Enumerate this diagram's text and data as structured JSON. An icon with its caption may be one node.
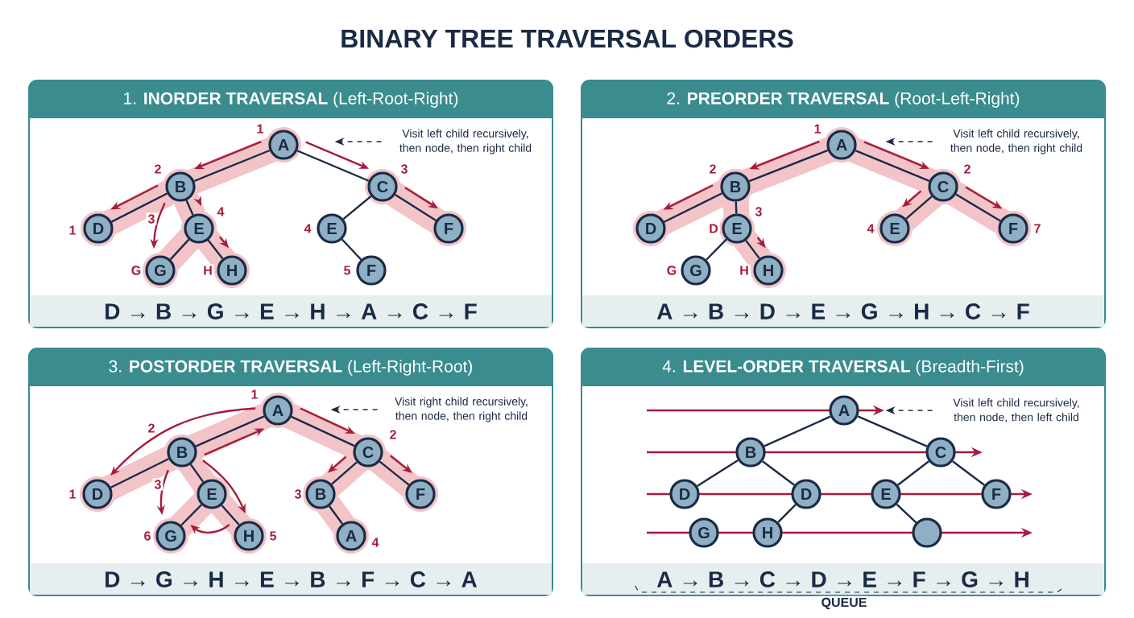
{
  "diagram": {
    "title": "BINARY TREE TRAVERSAL ORDERS",
    "nodes": [
      {
        "text": [
          "1. **INORDER TRAVERSAL** (Left-Root-Right)",
          "D → B → G → E → H → A → C → F"
        ]
      },
      {
        "text": [
          "Visit left child recursively, then node, then right child"
        ],
        "in": 0
      },
      {
        "text": [
          "A"
        ],
        "in": 0,
        "beside": [
          "1"
        ]
      },
      {
        "text": [
          "B"
        ],
        "in": 0,
        "beside": [
          "2"
        ]
      },
      {
        "text": [
          "C"
        ],
        "in": 0,
        "beside": [
          "3"
        ]
      },
      {
        "text": [
          "D"
        ],
        "in": 0,
        "beside": [
          "1"
        ]
      },
      {
        "text": [
          "E"
        ],
        "in": 0,
        "beside": [
          "4"
        ]
      },
      {
        "text": [
          "E"
        ],
        "in": 0,
        "beside": [
          "4"
        ]
      },
      {
        "text": [
          "F"
        ],
        "in": 0
      },
      {
        "text": [
          "G"
        ],
        "in": 0,
        "beside": [
          "G"
        ]
      },
      {
        "text": [
          "H"
        ],
        "in": 0,
        "beside": [
          "H"
        ]
      },
      {
        "text": [
          "F"
        ],
        "in": 0,
        "beside": [
          "5"
        ]
      },
      {
        "text": [
          "2. **PREORDER TRAVERSAL** (Root-Left-Right)",
          "A → B → D → E → G → H → C → F"
        ]
      },
      {
        "text": [
          "Visit left child recursively, then node, then right child"
        ],
        "in": 12
      },
      {
        "text": [
          "A"
        ],
        "in": 12,
        "beside": [
          "1"
        ]
      },
      {
        "text": [
          "B"
        ],
        "in": 12,
        "beside": [
          "2"
        ]
      },
      {
        "text": [
          "C"
        ],
        "in": 12,
        "beside": [
          "2"
        ]
      },
      {
        "text": [
          "D"
        ],
        "in": 12
      },
      {
        "text": [
          "E"
        ],
        "in": 12,
        "beside": [
          "D",
          "3"
        ]
      },
      {
        "text": [
          "E"
        ],
        "in": 12,
        "beside": [
          "4"
        ]
      },
      {
        "text": [
          "F"
        ],
        "in": 12,
        "beside": [
          "7"
        ]
      },
      {
        "text": [
          "G"
        ],
        "in": 12,
        "beside": [
          "G"
        ]
      },
      {
        "text": [
          "H"
        ],
        "in": 12,
        "beside": [
          "H"
        ]
      },
      {
        "text": [
          "3. **POSTORDER TRAVERSAL** (Left-Right-Root)",
          "D → G → H → E → B → F → C → A"
        ]
      },
      {
        "text": [
          "Visit right child recursively, then node, then right child"
        ],
        "in": 23
      },
      {
        "text": [
          "A"
        ],
        "in": 23,
        "beside": [
          "1"
        ]
      },
      {
        "text": [
          "B"
        ],
        "in": 23,
        "beside": [
          "2"
        ]
      },
      {
        "text": [
          "C"
        ],
        "in": 23,
        "beside": [
          "2"
        ]
      },
      {
        "text": [
          "D"
        ],
        "in": 23,
        "beside": [
          "1"
        ]
      },
      {
        "text": [
          "E"
        ],
        "in": 23
      },
      {
        "text": [
          "B"
        ],
        "in": 23,
        "beside": [
          "3"
        ]
      },
      {
        "text": [
          "F"
        ],
        "in": 23
      },
      {
        "text": [
          "G"
        ],
        "in": 23,
        "beside": [
          "6"
        ]
      },
      {
        "text": [
          "H"
        ],
        "in": 23,
        "beside": [
          "5"
        ]
      },
      {
        "text": [
          "A"
        ],
        "in": 23,
        "beside": [
          "4"
        ]
      },
      {
        "text": [
          "4. **LEVEL-ORDER TRAVERSAL** (Breadth-First)",
          "A → B → C → D → E → F → G → H"
        ]
      },
      {
        "text": [
          "Visit left child recursively, then node, then left child"
        ],
        "in": 35
      },
      {
        "text": [
          "A"
        ],
        "in": 35
      },
      {
        "text": [
          "B"
        ],
        "in": 35
      },
      {
        "text": [
          "C"
        ],
        "in": 35
      },
      {
        "text": [
          "D"
        ],
        "in": 35
      },
      {
        "text": [
          "D"
        ],
        "in": 35
      },
      {
        "text": [
          "E"
        ],
        "in": 35
      },
      {
        "text": [
          "F"
        ],
        "in": 35
      },
      {
        "text": [
          "G"
        ],
        "in": 35
      },
      {
        "text": [
          "H"
        ],
        "in": 35
      },
      {
        "text": [],
        "shape": "circle",
        "in": 35
      }
    ],
    "edges": [
      {
        "from": 2,
        "to": 3,
        "arrow": "none"
      },
      {
        "from": 2,
        "to": 4,
        "arrow": "none"
      },
      {
        "from": 3,
        "to": 5,
        "arrow": "none"
      },
      {
        "from": 3,
        "to": 6,
        "arrow": "none"
      },
      {
        "from": 6,
        "to": 9,
        "arrow": "none"
      },
      {
        "from": 6,
        "to": 10,
        "arrow": "none"
      },
      {
        "from": 4,
        "to": 7,
        "arrow": "none"
      },
      {
        "from": 7,
        "to": 11,
        "arrow": "none"
      },
      {
        "from": 4,
        "to": 8,
        "arrow": "none"
      },
      {
        "from": 14,
        "to": 15,
        "arrow": "none"
      },
      {
        "from": 14,
        "to": 16,
        "arrow": "none"
      },
      {
        "from": 15,
        "to": 17,
        "arrow": "none"
      },
      {
        "from": 15,
        "to": 18,
        "arrow": "none"
      },
      {
        "from": 18,
        "to": 21,
        "arrow": "none"
      },
      {
        "from": 18,
        "to": 22,
        "arrow": "none"
      },
      {
        "from": 16,
        "to": 19,
        "arrow": "none"
      },
      {
        "from": 16,
        "to": 20,
        "arrow": "none"
      },
      {
        "from": 25,
        "to": 26,
        "arrow": "none"
      },
      {
        "from": 25,
        "to": 27,
        "arrow": "none"
      },
      {
        "from": 26,
        "to": 28,
        "arrow": "none"
      },
      {
        "from": 26,
        "to": 29,
        "arrow": "none"
      },
      {
        "from": 29,
        "to": 32,
        "arrow": "none"
      },
      {
        "from": 29,
        "to": 33,
        "arrow": "none"
      },
      {
        "from": 27,
        "to": 30,
        "arrow": "none"
      },
      {
        "from": 27,
        "to": 31,
        "arrow": "none"
      },
      {
        "from": 30,
        "to": 34,
        "arrow": "none"
      },
      {
        "from": 37,
        "to": 38,
        "arrow": "none"
      },
      {
        "from": 37,
        "to": 39,
        "arrow": "none"
      },
      {
        "from": 38,
        "to": 40,
        "arrow": "none"
      },
      {
        "from": 38,
        "to": 41,
        "arrow": "none"
      },
      {
        "from": 41,
        "to": 45,
        "arrow": "none"
      },
      {
        "from": 39,
        "to": 42,
        "arrow": "none"
      },
      {
        "from": 39,
        "to": 43,
        "arrow": "none"
      },
      {
        "from": 42,
        "to": 46,
        "arrow": "none"
      },
      {
        "from": 2,
        "to": 3,
        "arrow": "to",
        "color": "#a51c3c"
      },
      {
        "from": 3,
        "to": 5,
        "arrow": "to",
        "color": "#a51c3c"
      },
      {
        "from": 3,
        "to": 9,
        "arrow": "to",
        "color": "#a51c3c"
      },
      {
        "from": 3,
        "to": 6,
        "arrow": "to",
        "color": "#a51c3c"
      },
      {
        "from": 6,
        "to": 10,
        "arrow": "to",
        "color": "#a51c3c"
      },
      {
        "from": 2,
        "to": 4,
        "arrow": "to",
        "color": "#a51c3c"
      },
      {
        "from": 4,
        "to": 8,
        "arrow": "to",
        "color": "#a51c3c"
      },
      {
        "from": 14,
        "to": 15,
        "arrow": "to",
        "color": "#a51c3c"
      },
      {
        "from": 15,
        "to": 17,
        "arrow": "to",
        "color": "#a51c3c"
      },
      {
        "from": 18,
        "to": 22,
        "arrow": "to",
        "color": "#a51c3c"
      },
      {
        "from": 14,
        "to": 16,
        "arrow": "to",
        "color": "#a51c3c"
      },
      {
        "from": 16,
        "to": 19,
        "arrow": "to",
        "color": "#a51c3c"
      },
      {
        "from": 16,
        "to": 20,
        "arrow": "to",
        "color": "#a51c3c"
      },
      {
        "from": 25,
        "to": 28,
        "arrow": "to",
        "color": "#a51c3c"
      },
      {
        "from": 26,
        "to": 25,
        "arrow": "to",
        "color": "#a51c3c"
      },
      {
        "from": 25,
        "to": 27,
        "arrow": "to",
        "color": "#a51c3c"
      },
      {
        "from": 27,
        "to": 31,
        "arrow": "to",
        "color": "#a51c3c"
      },
      {
        "from": 26,
        "to": 32,
        "arrow": "to",
        "color": "#a51c3c"
      },
      {
        "from": 26,
        "to": 33,
        "arrow": "to",
        "color": "#a51c3c"
      },
      {
        "from": 33,
        "to": 32,
        "arrow": "to",
        "color": "#a51c3c"
      },
      {
        "from": 27,
        "to": 30,
        "arrow": "to",
        "color": "#a51c3c"
      },
      {
        "from": 1,
        "to": null,
        "arrow": "to",
        "style": "dashed"
      },
      {
        "from": 13,
        "to": null,
        "arrow": "to",
        "style": "dashed"
      },
      {
        "from": 24,
        "to": null,
        "arrow": "to",
        "style": "dashed"
      },
      {
        "from": 36,
        "to": null,
        "arrow": "to",
        "style": "dashed"
      }
    ],
    "labels": [
      "3",
      "3",
      "QUEUE"
    ]
  }
}
